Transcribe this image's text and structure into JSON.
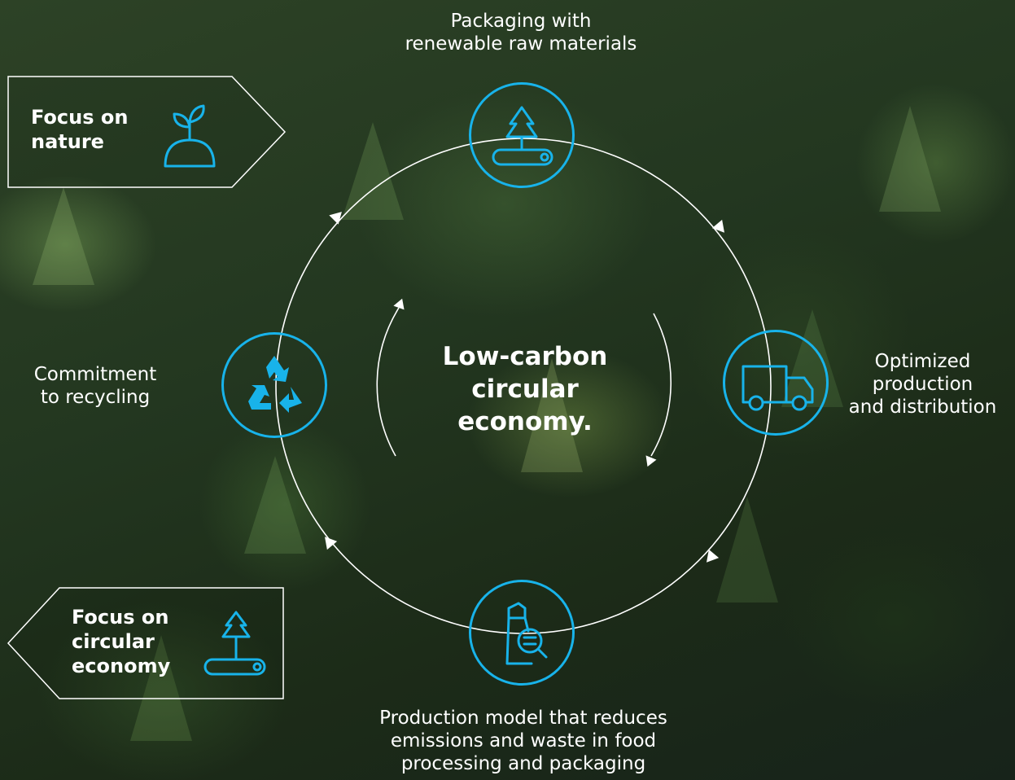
{
  "center": {
    "line1": "Low-carbon",
    "line2": "circular",
    "line3": "economy."
  },
  "nodes": {
    "top": {
      "line1": "Packaging with",
      "line2": "renewable raw materials",
      "icon": "tree-conveyor-icon"
    },
    "right": {
      "line1": "Optimized",
      "line2": "production",
      "line3": "and distribution",
      "icon": "delivery-truck-icon"
    },
    "bottom": {
      "line1": "Production model that reduces",
      "line2": "emissions and waste in food",
      "line3": "processing and packaging",
      "icon": "package-inspection-icon"
    },
    "left": {
      "line1": "Commitment",
      "line2": "to recycling",
      "icon": "recycle-icon"
    }
  },
  "tags": {
    "nature": {
      "line1": "Focus on",
      "line2": "nature",
      "icon": "sprout-icon"
    },
    "circular": {
      "line1": "Focus on",
      "line2": "circular",
      "line3": "economy",
      "icon": "tree-conveyor-icon"
    }
  },
  "colors": {
    "accent": "#18b3ea",
    "text": "#ffffff",
    "background": "#1f2e1b"
  }
}
